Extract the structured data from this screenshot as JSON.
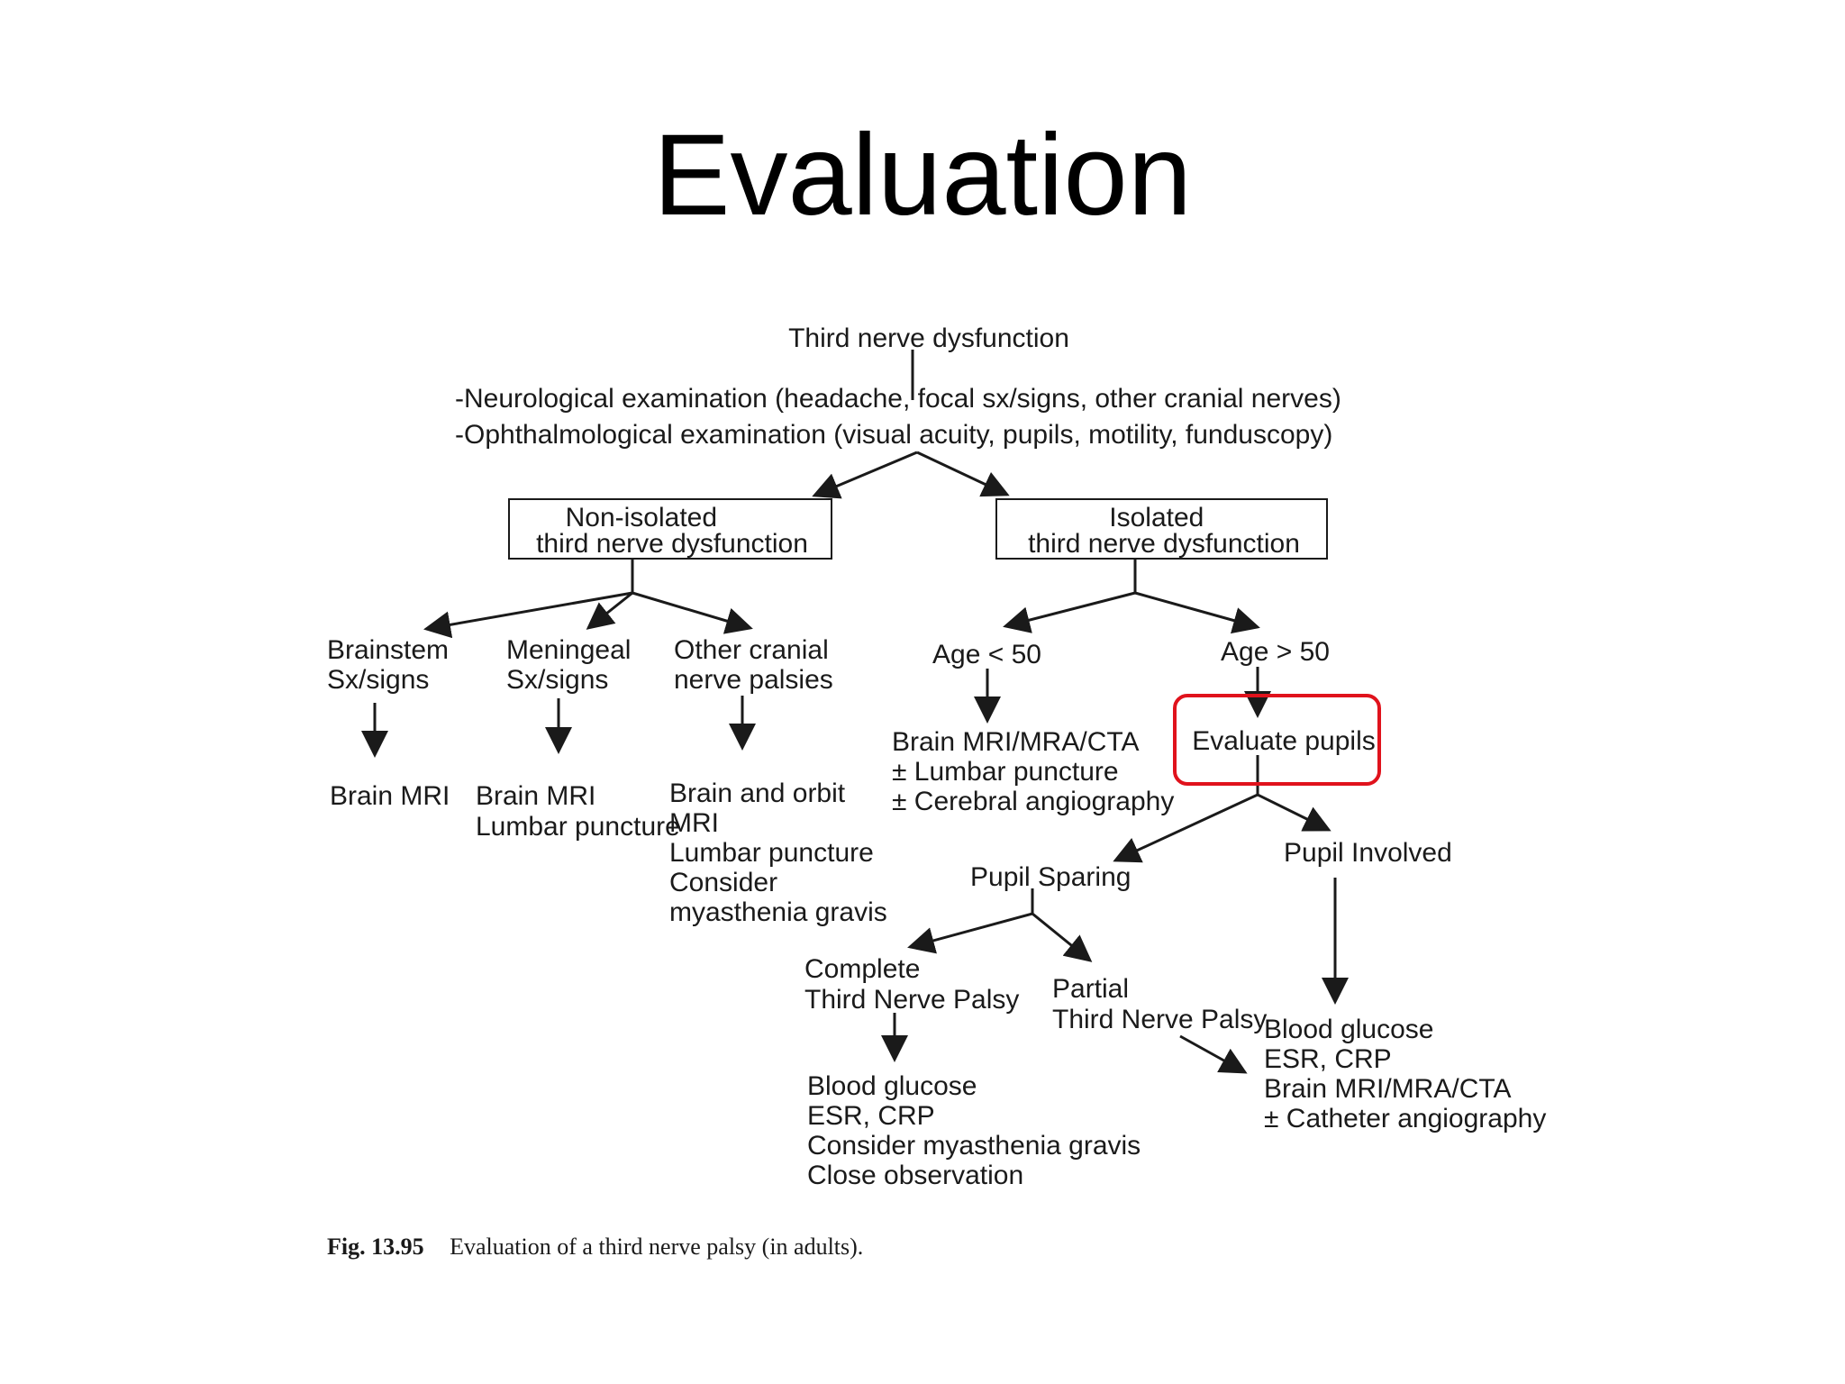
{
  "slide": {
    "title": "Evaluation"
  },
  "colors": {
    "highlight": "#e0121c",
    "line": "#1a1a1a"
  },
  "diagram": {
    "root": "Third nerve dysfunction",
    "exam_lines": [
      "-Neurological examination (headache, focal sx/signs, other cranial nerves)",
      "-Ophthalmological examination (visual acuity, pupils, motility, funduscopy)"
    ],
    "non_isolated": [
      "Non-isolated",
      "third nerve dysfunction"
    ],
    "isolated": [
      "Isolated",
      "third nerve dysfunction"
    ],
    "brainstem": [
      "Brainstem",
      "Sx/signs"
    ],
    "meningeal": [
      "Meningeal",
      "Sx/signs"
    ],
    "other_cranial": [
      "Other cranial",
      "nerve palsies"
    ],
    "brainstem_result": [
      "Brain MRI"
    ],
    "meningeal_result": [
      "Brain MRI",
      "Lumbar puncture"
    ],
    "other_cranial_result": [
      "Brain and orbit",
      "MRI",
      "Lumbar puncture",
      "Consider",
      "myasthenia gravis"
    ],
    "age_under": "Age < 50",
    "age_over": "Age > 50",
    "age_under_result": [
      "Brain MRI/MRA/CTA",
      "± Lumbar puncture",
      "± Cerebral angiography"
    ],
    "evaluate_pupils": "Evaluate pupils",
    "pupil_sparing": "Pupil Sparing",
    "pupil_involved": "Pupil Involved",
    "complete": [
      "Complete",
      "Third Nerve Palsy"
    ],
    "partial": [
      "Partial",
      "Third Nerve Palsy"
    ],
    "complete_result": [
      "Blood glucose",
      "ESR, CRP",
      "Consider myasthenia gravis",
      "Close observation"
    ],
    "involved_result": [
      "Blood glucose",
      "ESR, CRP",
      "Brain MRI/MRA/CTA",
      "± Catheter angiography"
    ]
  },
  "caption": {
    "label": "Fig. 13.95",
    "text": "Evaluation of a third nerve palsy (in adults)."
  }
}
